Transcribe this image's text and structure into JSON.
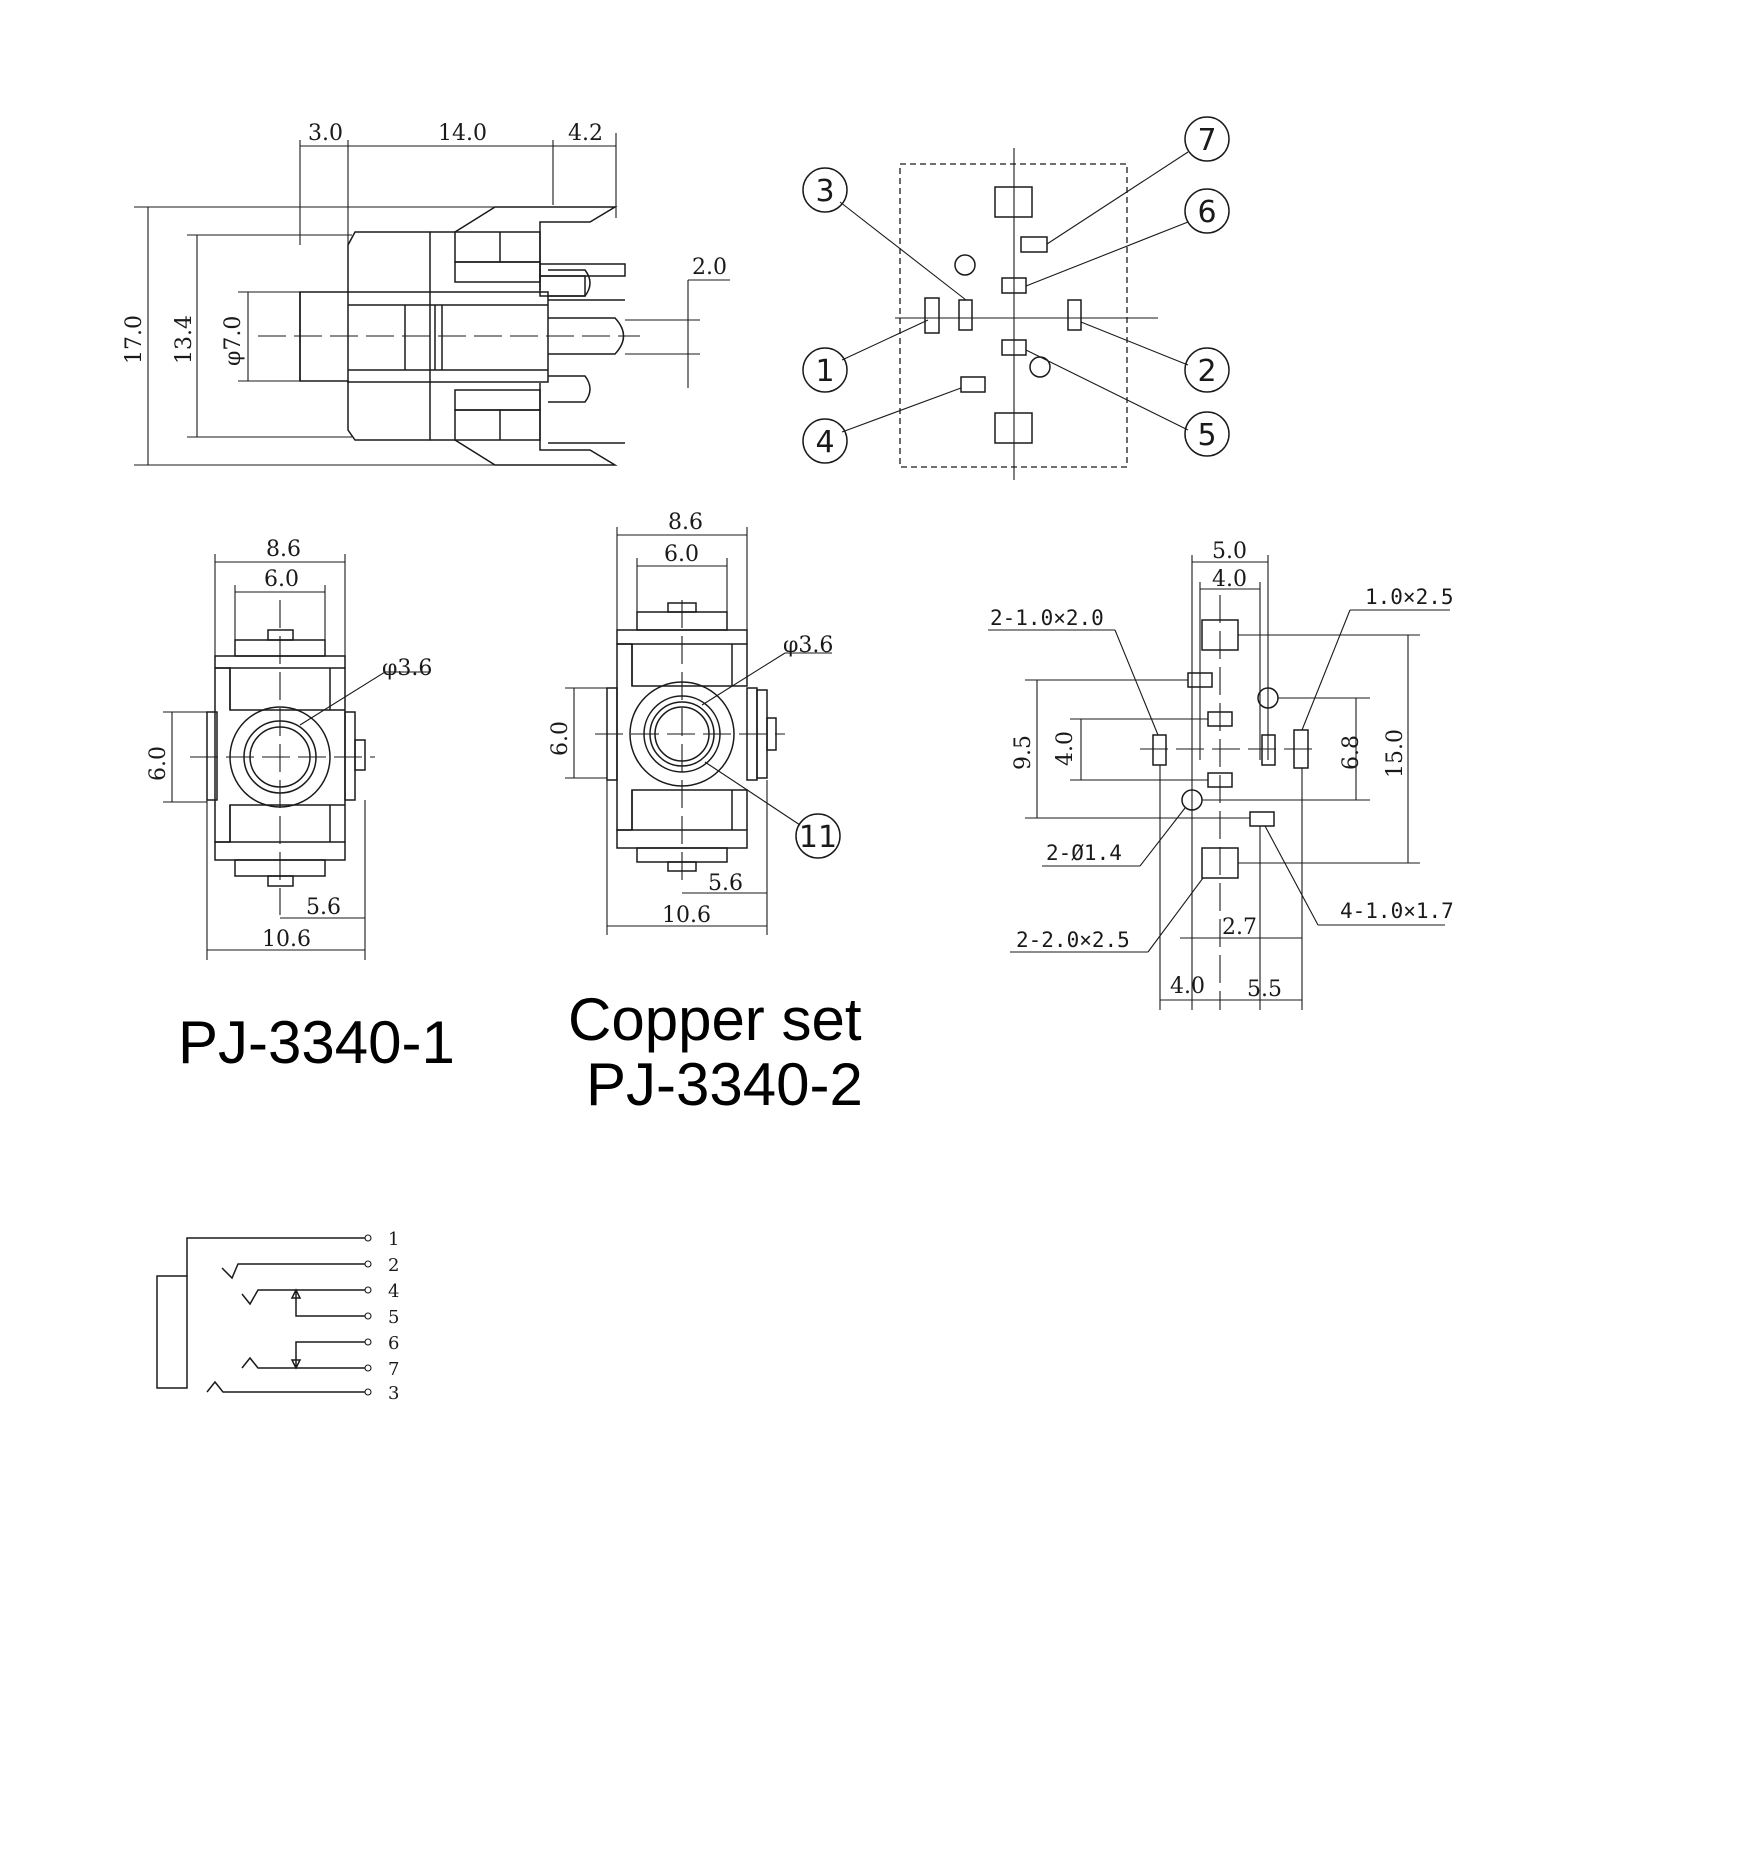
{
  "side_view": {
    "dims": {
      "d1": "3.0",
      "d2": "14.0",
      "d3": "4.2",
      "d4": "2.0",
      "h_total": "17.0",
      "h_body": "13.4",
      "h_bore": "φ7.0"
    }
  },
  "pin_layout": {
    "callouts": [
      "1",
      "2",
      "3",
      "4",
      "5",
      "6",
      "7"
    ]
  },
  "front_view_1": {
    "dims": {
      "w_outer": "8.6",
      "w_inner": "6.0",
      "bore": "φ3.6",
      "h": "6.0",
      "off": "5.6",
      "w_base": "10.6"
    }
  },
  "front_view_2": {
    "dims": {
      "w_outer": "8.6",
      "w_inner": "6.0",
      "bore": "φ3.6",
      "h": "6.0",
      "off": "5.6",
      "w_base": "10.6"
    },
    "callout": "11"
  },
  "pcb_layout": {
    "dims": {
      "top_outer": "5.0",
      "top_inner": "4.0",
      "h_9_5": "9.5",
      "h_4_0": "4.0",
      "h_6_8": "6.8",
      "h_15_0": "15.0",
      "bot_2_7": "2.7",
      "bot_4_0": "4.0",
      "bot_5_5": "5.5"
    },
    "notes": {
      "slot_pair": "2-1.0×2.0",
      "slot_single": "1.0×2.5",
      "holes": "2-Ø1.4",
      "pads_large": "2-2.0×2.5",
      "pads_small": "4-1.0×1.7"
    }
  },
  "labels": {
    "model_1": "PJ-3340-1",
    "copper_set": "Copper set",
    "model_2": "PJ-3340-2"
  },
  "schematic": {
    "pins": [
      "1",
      "2",
      "4",
      "5",
      "6",
      "7",
      "3"
    ]
  }
}
